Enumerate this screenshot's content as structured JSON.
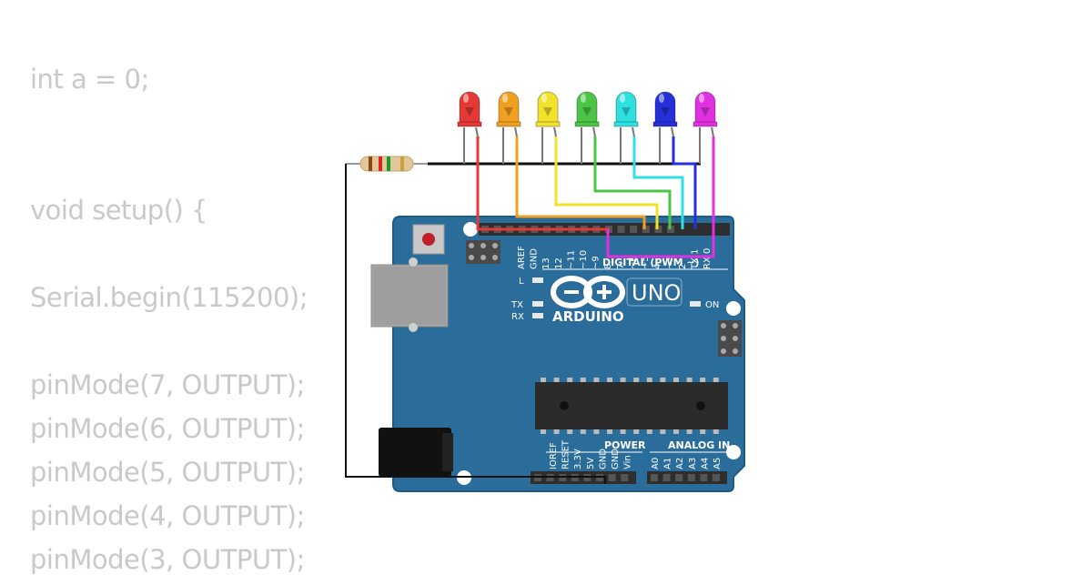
{
  "code_lines": [
    "int a = 0;",
    "void setup() {",
    "Serial.begin(115200);",
    "pinMode(7, OUTPUT);",
    "pinMode(6, OUTPUT);",
    "pinMode(5, OUTPUT);",
    "pinMode(4, OUTPUT);",
    "pinMode(3, OUTPUT);"
  ],
  "board": {
    "model": "UNO",
    "brand": "ARDUINO",
    "digital_label": "DIGITAL (PWM ~)",
    "on_label": "ON",
    "led_l_label": "L",
    "tx_label": "TX",
    "rx_label": "RX",
    "power_label": "POWER",
    "analog_label": "ANALOG IN",
    "digital_pins": [
      "AREF",
      "GND",
      "13",
      "12",
      "~11",
      "~10",
      "~9",
      "8",
      "7",
      "~6",
      "~5",
      "4",
      "~3",
      "2",
      "TX 1",
      "RX 0"
    ],
    "power_pins": [
      "IOREF",
      "RESET",
      "3.3V",
      "5V",
      "GND",
      "GND",
      "Vin"
    ],
    "analog_pins": [
      "A0",
      "A1",
      "A2",
      "A3",
      "A4",
      "A5"
    ]
  },
  "leds": [
    {
      "color": "red",
      "hex": "#e53935"
    },
    {
      "color": "orange",
      "hex": "#f0a020"
    },
    {
      "color": "yellow",
      "hex": "#f2e22a"
    },
    {
      "color": "green",
      "hex": "#4cc447"
    },
    {
      "color": "cyan",
      "hex": "#2ee0e0"
    },
    {
      "color": "blue",
      "hex": "#2630d8"
    },
    {
      "color": "magenta",
      "hex": "#e030e0"
    }
  ],
  "colors": {
    "board": "#2a6c9a",
    "board_edge": "#1d5a86",
    "wire_ground": "#111111"
  }
}
